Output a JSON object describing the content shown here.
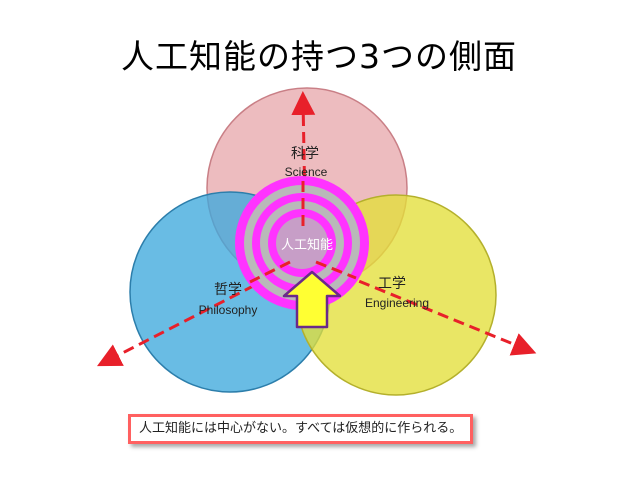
{
  "title": "人工知能の持つ3つの側面",
  "circles": {
    "science": {
      "label_ja": "科学",
      "label_en": "Science",
      "color": "#e8a9ad"
    },
    "philosophy": {
      "label_ja": "哲学",
      "label_en": "Philosophy",
      "color": "#3fa9dc"
    },
    "engineering": {
      "label_ja": "工学",
      "label_en": "Engineering",
      "color": "#e3df3a"
    }
  },
  "center": {
    "label": "人工知能",
    "ring_color": "#ff33ff",
    "ring_fill": "#c0c0c0"
  },
  "arrow_color": "#e8202a",
  "up_arrow_color": "#ffff33",
  "caption": "人工知能には中心がない。すべては仮想的に作られる。",
  "caption_border_color": "#ff6060"
}
